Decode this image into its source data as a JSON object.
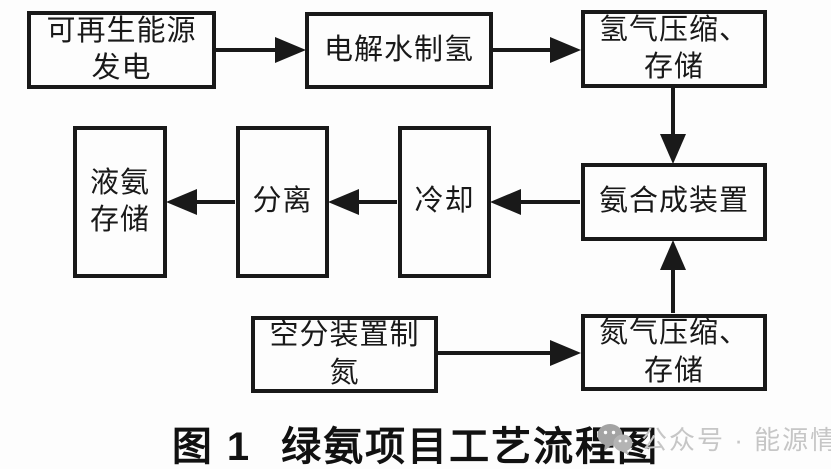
{
  "figure": {
    "caption_label": "图 1",
    "caption_title": "绿氨项目工艺流程图"
  },
  "nodes": {
    "renewable_power": "可再生能源\n发电",
    "electrolysis": "电解水制氢",
    "h2_compress_store": "氢气压缩、\n存储",
    "ammonia_synthesis": "氨合成装置",
    "cooling": "冷却",
    "separation": "分离",
    "liquid_ammonia_storage": "液氨\n存储",
    "air_separation_n2": "空分装置制\n氮",
    "n2_compress_store": "氮气压缩、\n存储"
  },
  "edges": [
    {
      "from": "renewable_power",
      "to": "electrolysis",
      "direction": "right"
    },
    {
      "from": "electrolysis",
      "to": "h2_compress_store",
      "direction": "right"
    },
    {
      "from": "h2_compress_store",
      "to": "ammonia_synthesis",
      "direction": "down"
    },
    {
      "from": "ammonia_synthesis",
      "to": "cooling",
      "direction": "left"
    },
    {
      "from": "cooling",
      "to": "separation",
      "direction": "left"
    },
    {
      "from": "separation",
      "to": "liquid_ammonia_storage",
      "direction": "left"
    },
    {
      "from": "air_separation_n2",
      "to": "n2_compress_store",
      "direction": "right"
    },
    {
      "from": "n2_compress_store",
      "to": "ammonia_synthesis",
      "direction": "up"
    }
  ],
  "watermark": {
    "icon": "wechat-icon",
    "text": "公众号 · 能源情报"
  },
  "colors": {
    "line": "#191919",
    "background": "#fdfdfd",
    "watermark_text": "#c6c6c6",
    "watermark_icon": "#a3a3a3"
  }
}
